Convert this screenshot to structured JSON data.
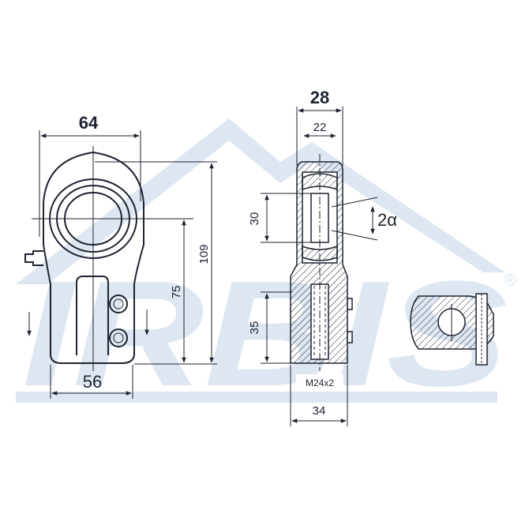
{
  "watermark": {
    "brand": "IRBIS",
    "registered": "®",
    "color": "#dde6f1"
  },
  "dimensions": {
    "width_top": "64",
    "width_base": "56",
    "height_center": "75",
    "height_total": "109",
    "side_width_outer": "28",
    "side_width_inner": "22",
    "side_bore": "30",
    "side_thread_depth": "35",
    "side_base_width": "34",
    "thread": "M24x2",
    "tilt_angle": "2α"
  },
  "colors": {
    "line": "#1e2330",
    "background": "#ffffff"
  }
}
